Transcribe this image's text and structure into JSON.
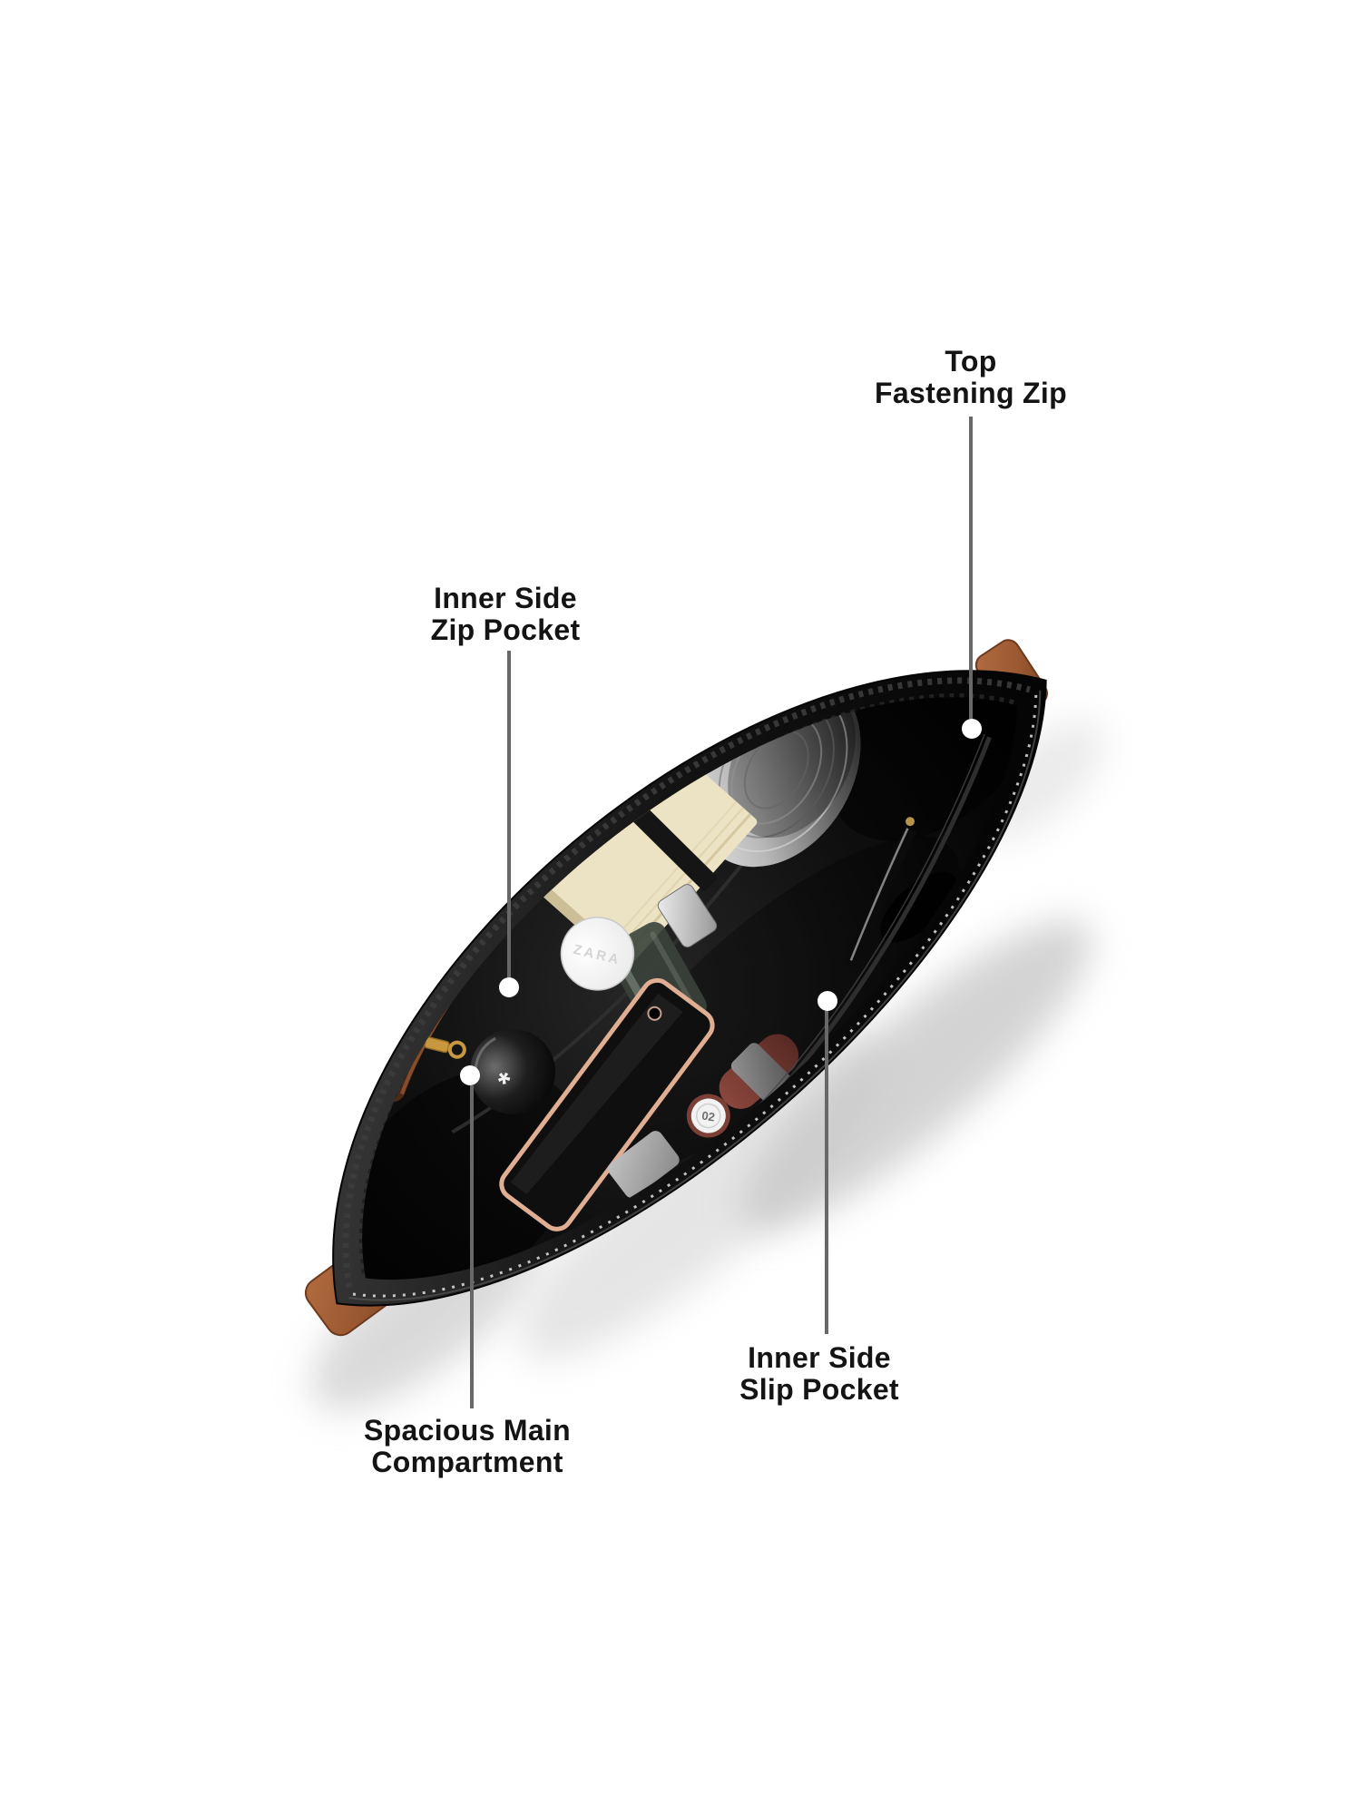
{
  "page": {
    "background": "#ffffff",
    "description_colors": {
      "label_text": "#141414",
      "callout_line": "#686868",
      "callout_dot": "#ffffff",
      "bag_black": "#101010",
      "trim_brown": "#a05c36"
    }
  },
  "callouts": {
    "top_fastening_zip": {
      "line1": "Top",
      "line2": "Fastening Zip"
    },
    "inner_side_zip_pocket": {
      "line1": "Inner Side",
      "line2": "Zip Pocket"
    },
    "inner_side_slip_pocket": {
      "line1": "Inner Side",
      "line2": "Slip Pocket"
    },
    "spacious_main_compartment": {
      "line1": "Spacious Main",
      "line2": "Compartment"
    }
  },
  "product_markings": {
    "bottle_cap_text": "ZARA",
    "lipstick_text": "02",
    "perfume_emblem": "*"
  }
}
